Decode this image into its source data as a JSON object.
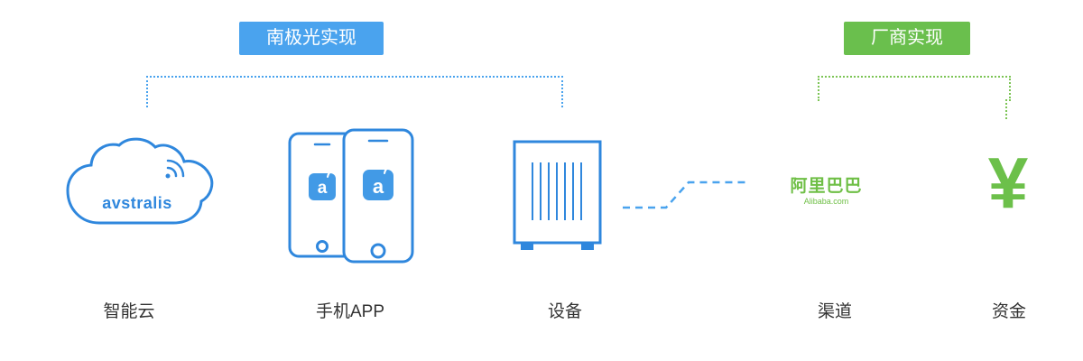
{
  "badges": {
    "left": "南极光实现",
    "right": "厂商实现"
  },
  "cloud": {
    "brand": "avstralis",
    "label": "智能云"
  },
  "app": {
    "icon_letter": "a",
    "label": "手机APP"
  },
  "device": {
    "label": "设备"
  },
  "channel": {
    "brand": "阿里巴巴",
    "brand_sub": "Alibaba.com",
    "label": "渠道"
  },
  "funds": {
    "symbol": "¥",
    "label": "资金"
  },
  "colors": {
    "badge_blue": "#4aa3ee",
    "outline_blue": "#2f87dd",
    "badge_green": "#6abf4d",
    "brand_green": "#6fbf46",
    "label_text": "#333333"
  }
}
